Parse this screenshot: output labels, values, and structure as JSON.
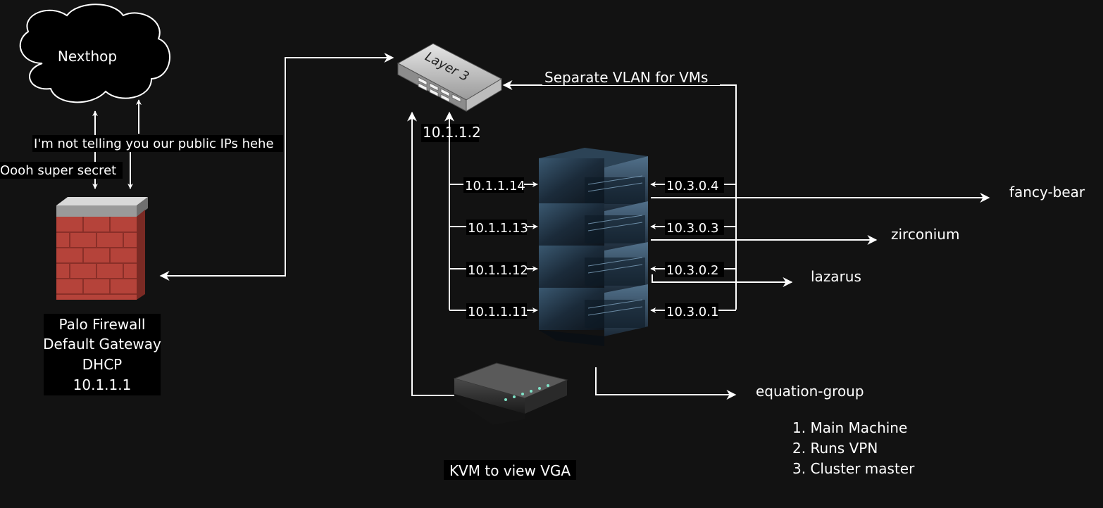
{
  "cloud": {
    "label": "Nexthop"
  },
  "firewall": {
    "lines": [
      "Palo Firewall",
      "Default Gateway",
      "DHCP",
      "10.1.1.1"
    ]
  },
  "edge_labels": {
    "public_ips": "I'm not telling you our public IPs hehe",
    "secret": "Oooh super secret",
    "vlan": "Separate VLAN for VMs"
  },
  "switch": {
    "label": "Layer 3",
    "ip": "10.1.1.2"
  },
  "servers": [
    {
      "mgmt_ip": "10.1.1.14",
      "vm_ip": "10.3.0.4",
      "name": "fancy-bear"
    },
    {
      "mgmt_ip": "10.1.1.13",
      "vm_ip": "10.3.0.3",
      "name": "zirconium"
    },
    {
      "mgmt_ip": "10.1.1.12",
      "vm_ip": "10.3.0.2",
      "name": "lazarus"
    },
    {
      "mgmt_ip": "10.1.1.11",
      "vm_ip": "10.3.0.1",
      "name": "equation-group"
    }
  ],
  "equation_group_notes": [
    "Main Machine",
    "Runs VPN",
    "Cluster master"
  ],
  "kvm": {
    "label": "KVM to view VGA"
  },
  "colors": {
    "background": "#121212",
    "brick": "#b5433a",
    "line": "#ffffff",
    "server_body": "#1c2a38"
  }
}
